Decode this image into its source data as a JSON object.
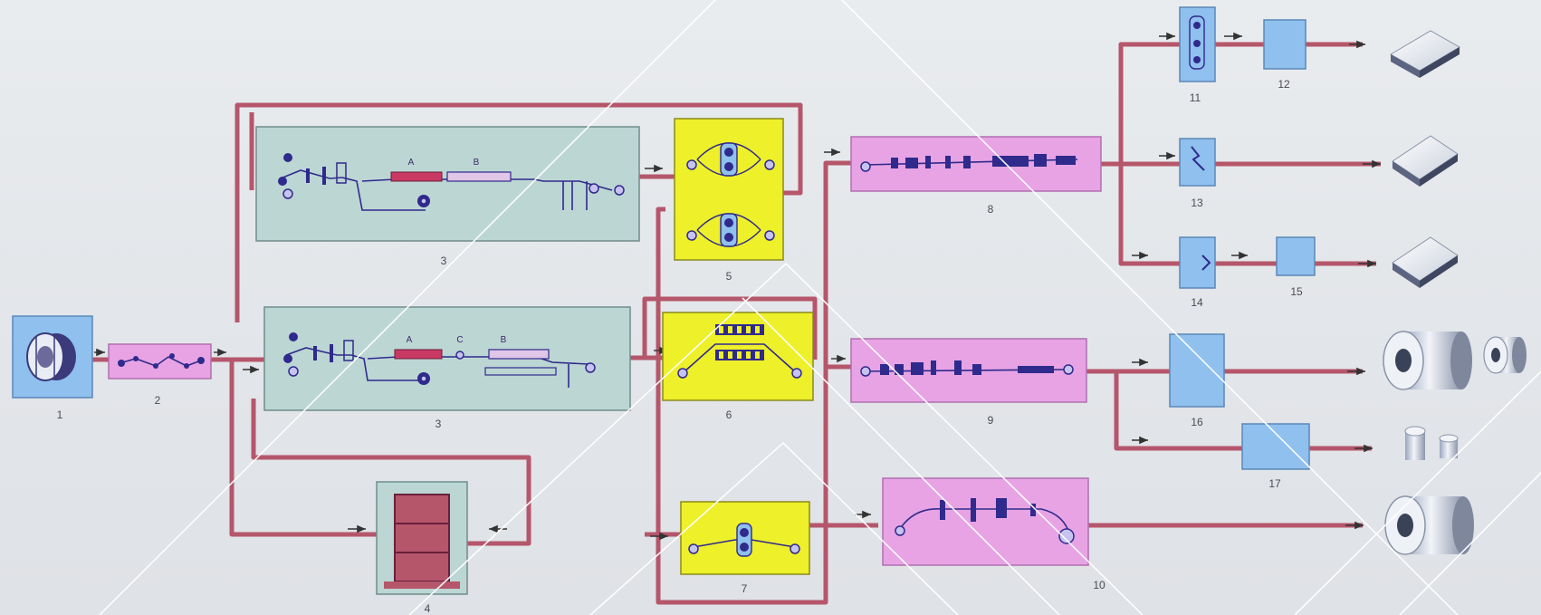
{
  "diagram": {
    "units": [
      {
        "id": "unit-1",
        "label": "1"
      },
      {
        "id": "unit-2",
        "label": "2"
      },
      {
        "id": "unit-3a",
        "label": "3",
        "sub_labels": [
          "A",
          "B"
        ]
      },
      {
        "id": "unit-3b",
        "label": "3",
        "sub_labels": [
          "A",
          "C",
          "B"
        ]
      },
      {
        "id": "unit-4",
        "label": "4"
      },
      {
        "id": "unit-5",
        "label": "5"
      },
      {
        "id": "unit-6",
        "label": "6"
      },
      {
        "id": "unit-7",
        "label": "7"
      },
      {
        "id": "unit-8",
        "label": "8"
      },
      {
        "id": "unit-9",
        "label": "9"
      },
      {
        "id": "unit-10",
        "label": "10"
      },
      {
        "id": "unit-11",
        "label": "11"
      },
      {
        "id": "unit-12",
        "label": "12"
      },
      {
        "id": "unit-13",
        "label": "13"
      },
      {
        "id": "unit-14",
        "label": "14"
      },
      {
        "id": "unit-15",
        "label": "15"
      },
      {
        "id": "unit-16",
        "label": "16"
      },
      {
        "id": "unit-17",
        "label": "17"
      }
    ],
    "colors": {
      "blue_unit": "#8fc0ee",
      "pink_unit": "#e7a3e4",
      "teal_unit": "#bcd6d4",
      "yellow_unit": "#eef02a",
      "pipe": "#b5566b",
      "line": "#2f2a8c"
    },
    "products": [
      {
        "id": "sheet-stack-1",
        "icon": "sheet-stack-icon"
      },
      {
        "id": "sheet-stack-2",
        "icon": "sheet-stack-icon"
      },
      {
        "id": "sheet-stack-3",
        "icon": "sheet-stack-icon"
      },
      {
        "id": "coil-large",
        "icon": "coil-icon"
      },
      {
        "id": "coil-small",
        "icon": "coil-icon"
      },
      {
        "id": "coil-narrow",
        "icon": "slit-coil-icon"
      },
      {
        "id": "coil-bottom",
        "icon": "coil-icon"
      }
    ]
  }
}
